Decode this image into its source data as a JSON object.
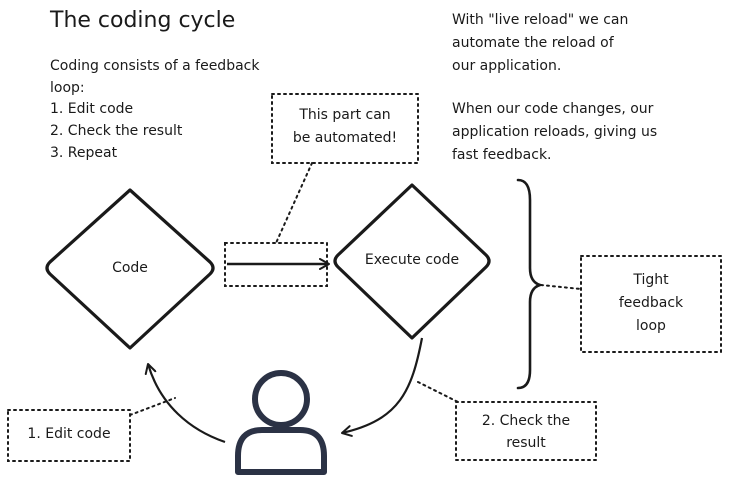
{
  "title": "The coding cycle",
  "intro": {
    "line1": "Coding consists of a feedback",
    "line2": "loop:",
    "steps": [
      "1.  Edit code",
      "2. Check the result",
      "3. Repeat"
    ]
  },
  "live_reload_note": {
    "p1": [
      "With \"live reload\" we can",
      "automate the reload of",
      "our application."
    ],
    "p2": [
      "When our code changes, our",
      "application reloads, giving us",
      "fast feedback."
    ]
  },
  "nodes": {
    "code": "Code",
    "execute": "Execute code"
  },
  "callouts": {
    "automated": [
      "This part can",
      "be automated!"
    ],
    "tight_loop": [
      "Tight",
      "feedback",
      "loop"
    ],
    "edit_code": "1. Edit code",
    "check_result": [
      "2. Check the",
      "result"
    ]
  },
  "icons": {
    "developer": "person-icon"
  },
  "colors": {
    "ink": "#1a1a1a",
    "person": "#2b3245"
  }
}
